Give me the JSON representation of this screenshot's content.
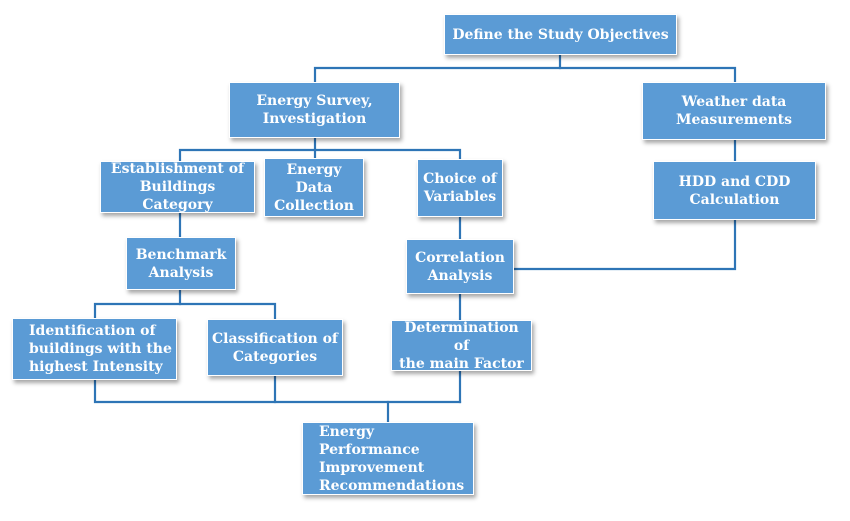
{
  "box_color": "#5B9BD5",
  "line_color": "#2E75B6",
  "nodes": {
    "define_objectives": "Define the Study Objectives",
    "energy_survey": "Energy Survey,\nInvestigation",
    "weather_data": "Weather data\nMeasurements",
    "establishment_category": "Establishment of\nBuildings Category",
    "energy_data_collection": "Energy Data\nCollection",
    "choice_variables": "Choice of\nVariables",
    "hdd_cdd": "HDD and CDD\nCalculation",
    "benchmark_analysis": "Benchmark\nAnalysis",
    "correlation_analysis": "Correlation\nAnalysis",
    "identification_buildings": "Identification of\nbuildings with the\nhighest Intensity",
    "classification_categories": "Classification of\nCategories",
    "determination_factor": "Determination of\nthe main Factor",
    "energy_recommendations": "Energy Performance\nImprovement\nRecommendations"
  }
}
